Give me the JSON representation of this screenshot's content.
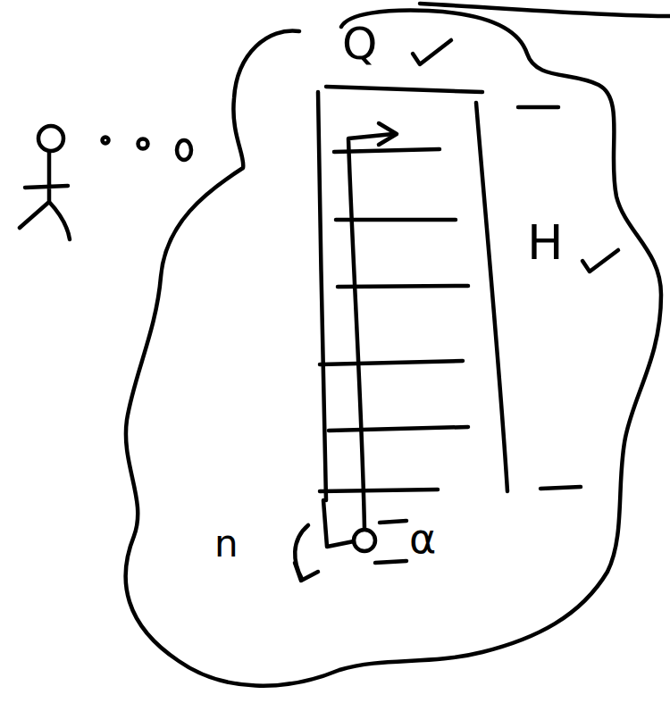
{
  "diagram": {
    "labels": [
      "Q",
      "H",
      "n",
      "α"
    ]
  }
}
